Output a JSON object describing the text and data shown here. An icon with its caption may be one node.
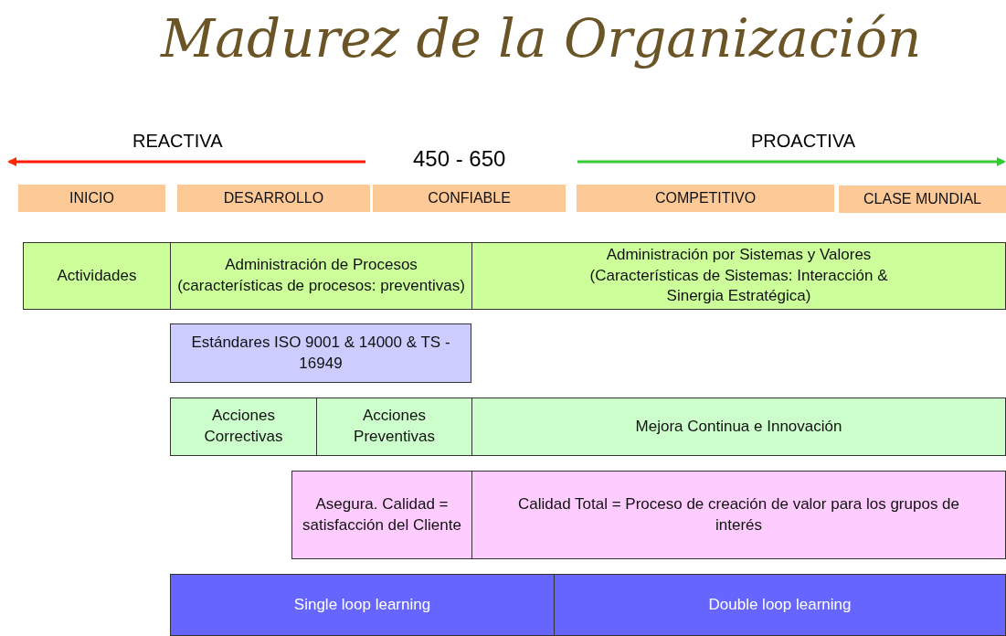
{
  "diagram": {
    "title": "Madurez de la Organización",
    "nodes": [
      {
        "text": [
          "INICIO"
        ]
      },
      {
        "text": [
          "DESARROLLO"
        ]
      },
      {
        "text": [
          "CONFIABLE"
        ]
      },
      {
        "text": [
          "COMPETITIVO"
        ]
      },
      {
        "text": [
          "CLASE MUNDIAL"
        ]
      },
      {
        "text": [
          "Actividades"
        ]
      },
      {
        "text": [
          "Administración de Procesos (características de procesos: preventivas)"
        ]
      },
      {
        "text": [
          "Administración por Sistemas y Valores (Características de Sistemas: Interacción & Sinergia Estratégica)"
        ]
      },
      {
        "text": [
          "Estándares ISO 9001 & 14000 & TS - 16949"
        ]
      },
      {
        "text": [
          "Acciones Correctivas"
        ]
      },
      {
        "text": [
          "Acciones Preventivas"
        ]
      },
      {
        "text": [
          "Mejora Continua e Innovación"
        ]
      },
      {
        "text": [
          "Asegura. Calidad = satisfacción del Cliente"
        ]
      },
      {
        "text": [
          "Calidad Total = Proceso de creación de valor para los grupos de interés"
        ]
      },
      {
        "text": [
          "Single loop learning"
        ]
      },
      {
        "text": [
          "Double loop learning"
        ]
      }
    ],
    "labels": [
      "REACTIVA",
      "450 - 650",
      "PROACTIVA"
    ]
  }
}
